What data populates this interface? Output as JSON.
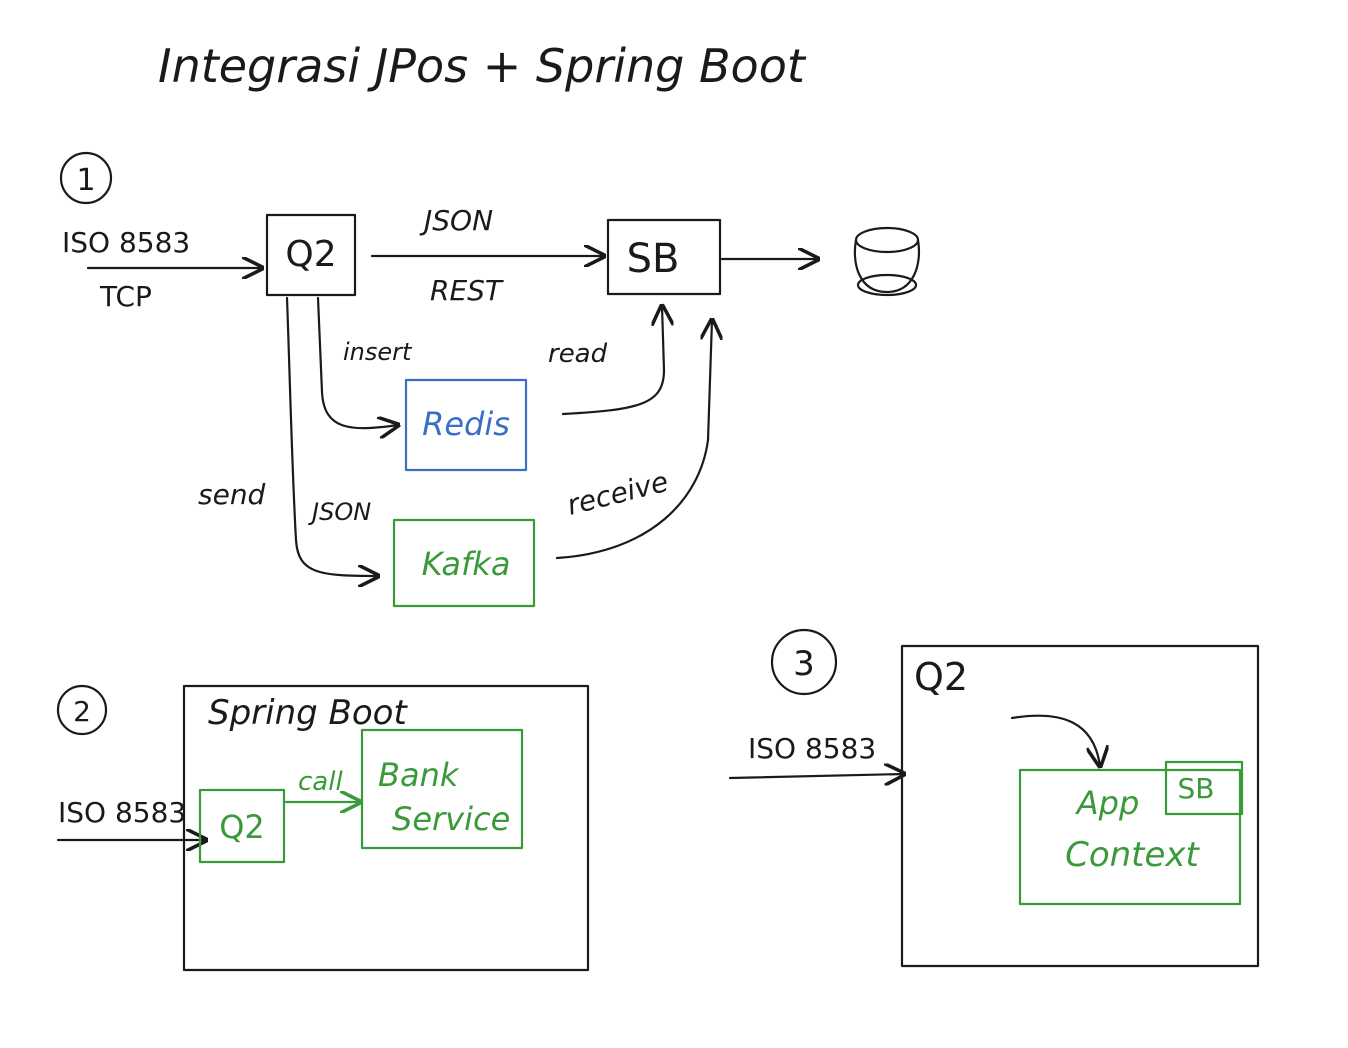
{
  "title": "Integrasi JPos + Spring Boot",
  "colors": {
    "ink": "#1a1a1a",
    "redis": "#3b6fc4",
    "kafka_and_sb_internals": "#3a9a3a"
  },
  "diagram1": {
    "number": "1",
    "input_label_top": "ISO 8583",
    "input_label_bottom": "TCP",
    "q2": "Q2",
    "json_label": "JSON",
    "rest_label": "REST",
    "sb": "SB",
    "insert_label": "insert",
    "read_label": "read",
    "redis": "Redis",
    "send_label": "send",
    "json_label2": "JSON",
    "receive_label": "receive",
    "kafka": "Kafka",
    "database_icon": "database-icon"
  },
  "diagram2": {
    "number": "2",
    "container": "Spring Boot",
    "input_label": "ISO 8583",
    "q2": "Q2",
    "call_label": "call",
    "bank_service_line1": "Bank",
    "bank_service_line2": "Service"
  },
  "diagram3": {
    "number": "3",
    "container": "Q2",
    "input_label": "ISO 8583",
    "app_context_line1": "App",
    "app_context_line2": "Context",
    "sb": "SB"
  }
}
